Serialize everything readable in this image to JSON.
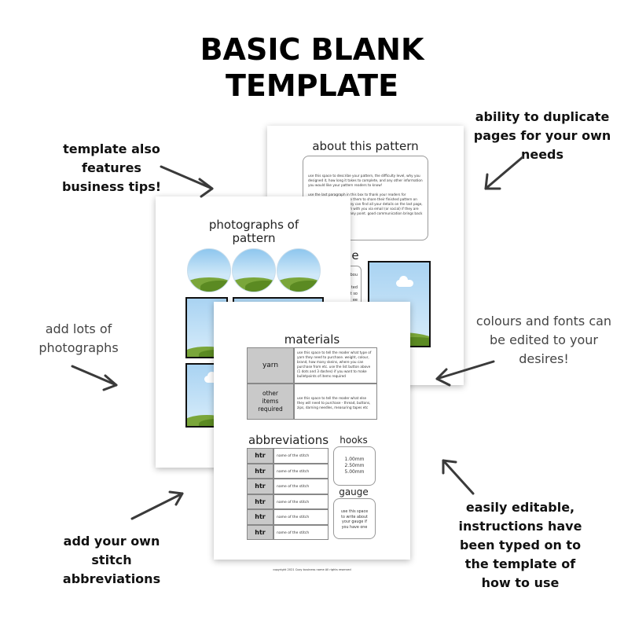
{
  "header": {
    "title_line1": "BASIC BLANK",
    "title_line2": "TEMPLATE"
  },
  "callouts": {
    "business_tips": [
      "template also",
      "features",
      "business tips!"
    ],
    "duplicate": [
      "ability to duplicate",
      "pages for your own",
      "needs"
    ],
    "photographs": [
      "add lots of",
      "photographs"
    ],
    "colours": [
      "colours and fonts can",
      "be edited to your",
      "desires!"
    ],
    "abbreviations": [
      "add your own",
      "stitch",
      "abbreviations"
    ],
    "editable": [
      "easily editable,",
      "instructions have",
      "been typed on to",
      "the template of",
      "how to use"
    ]
  },
  "about_page": {
    "title": "about this pattern",
    "text1": "use this space to describe your pattern, the difficulty level, why you designed it, how long it takes to complete, and any other information you would like your pattern readers to know!",
    "text2": "use the last paragraph in this box to thank your readers for purchasing and encourage them to share their finished pattern on social media. tell them they can find all your details on the last page, invite them to get in touch with you via email (or social) if they are stuck with the pattern at any point. good communication brings back repeat business!",
    "partial_heading": "e",
    "side_fragments": [
      "bou",
      "",
      "ted",
      "it so",
      "ee"
    ]
  },
  "photos_page": {
    "title": "photographs of pattern"
  },
  "materials_page": {
    "title": "materials",
    "rows": [
      {
        "label": "yarn",
        "text": "use this space to tell the reader what type of yarn they need to purchase. weight, colour, brand, how many skeins, where you can purchase from etc. use the list button above (1 dots and 3 dashes) if you want to make bulletpoints of items required"
      },
      {
        "label": "other items required",
        "text": "use this space to tell the reader what else they will need to purchase - thread, buttons, zips, darning needles, measuring tapes etc"
      }
    ],
    "abbreviations_title": "abbreviations",
    "abbreviations": [
      {
        "key": "htr",
        "value": "name of the stitch"
      },
      {
        "key": "htr",
        "value": "name of the stitch"
      },
      {
        "key": "htr",
        "value": "name of the stitch"
      },
      {
        "key": "htr",
        "value": "name of the stitch"
      },
      {
        "key": "htr",
        "value": "name of the stitch"
      },
      {
        "key": "htr",
        "value": "name of the stitch"
      }
    ],
    "hooks_title": "hooks",
    "hooks": [
      "1.00mm",
      "2.50mm",
      "5.00mm"
    ],
    "gauge_title": "gauge",
    "gauge_text": "use this space to write about your gauge if you have one",
    "footer": "copyright 2021 Cozy business name All rights reserved"
  },
  "colors": {
    "arrow": "#3a3a3a",
    "grass_light": "#7aa63a",
    "grass_dark": "#5b8a22",
    "sky": "#a9d3f2",
    "cell_gray": "#c9c9c9"
  }
}
